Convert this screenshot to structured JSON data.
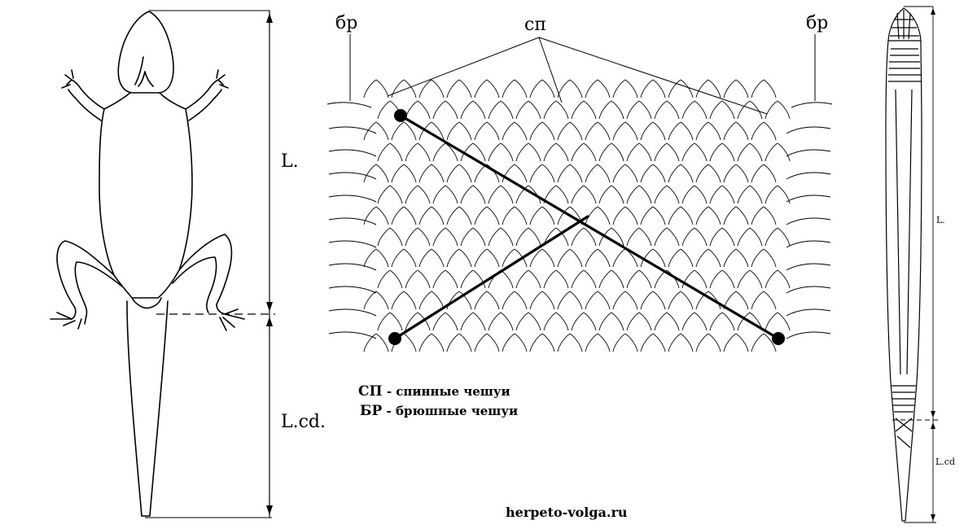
{
  "lizard": {
    "body_length_label": "L.",
    "tail_length_label": "L.cd."
  },
  "scales": {
    "dorsal_label": "сп",
    "ventral_label_left": "бр",
    "ventral_label_right": "бр"
  },
  "legend": [
    {
      "abbr": "СП",
      "text": " - спинные чешуи"
    },
    {
      "abbr": "БР",
      "text": " - брюшные чешуи"
    }
  ],
  "snake": {
    "body_length_label": "L.",
    "tail_length_label": "L.cd"
  },
  "site": "herpeto-volga.ru",
  "colors": {
    "ink": "#000000",
    "background": "#ffffff"
  }
}
